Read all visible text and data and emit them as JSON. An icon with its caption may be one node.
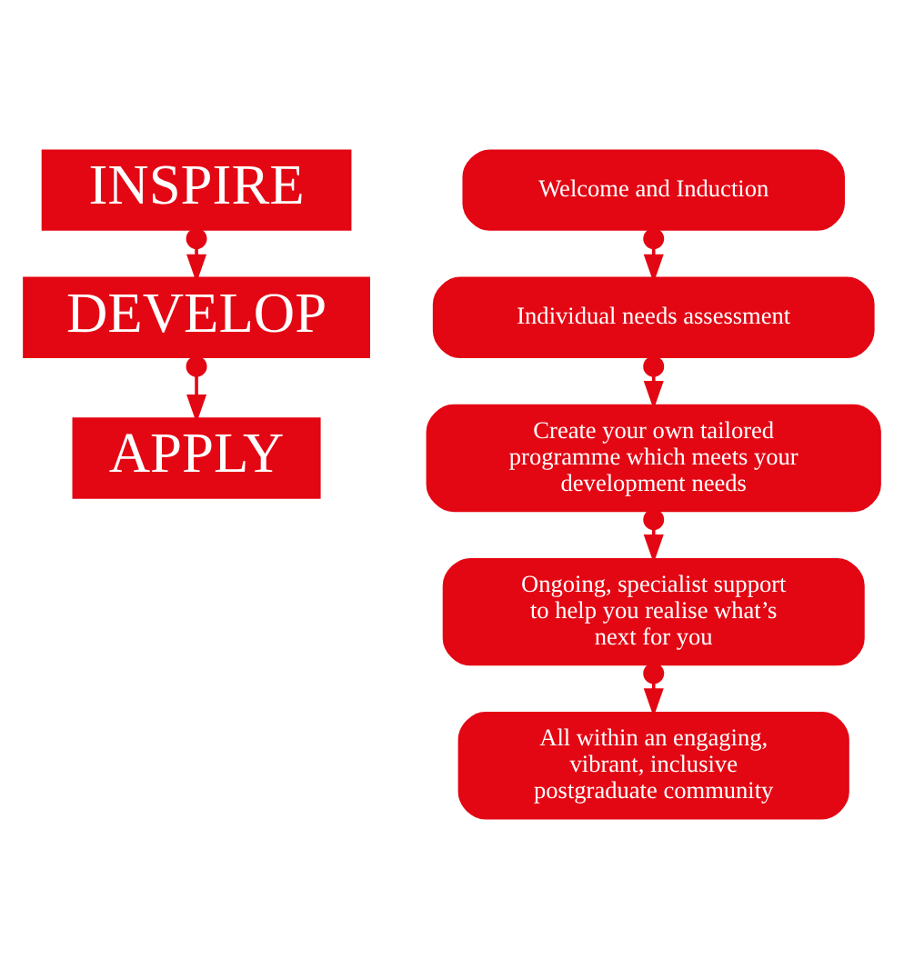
{
  "diagram": {
    "nodes": [
      {
        "text": [
          "INSPIRE"
        ]
      },
      {
        "text": [
          "DEVELOP"
        ]
      },
      {
        "text": [
          "APPLY"
        ]
      },
      {
        "text": [
          "Welcome and Induction"
        ]
      },
      {
        "text": [
          "Individual needs assessment"
        ]
      },
      {
        "text": [
          "Create your own tailored programme which meets your development needs"
        ]
      },
      {
        "text": [
          "Ongoing, specialist support to help you realise what’s next for you"
        ]
      },
      {
        "text": [
          "All within an engaging, vibrant, inclusive postgraduate community"
        ]
      }
    ],
    "edges": [
      {
        "from": 0,
        "to": 1,
        "arrow": "to"
      },
      {
        "from": 1,
        "to": 2,
        "arrow": "to"
      },
      {
        "from": 3,
        "to": 4,
        "arrow": "to"
      },
      {
        "from": 4,
        "to": 5,
        "arrow": "to"
      },
      {
        "from": 5,
        "to": 6,
        "arrow": "to"
      },
      {
        "from": 6,
        "to": 7,
        "arrow": "to"
      }
    ]
  }
}
